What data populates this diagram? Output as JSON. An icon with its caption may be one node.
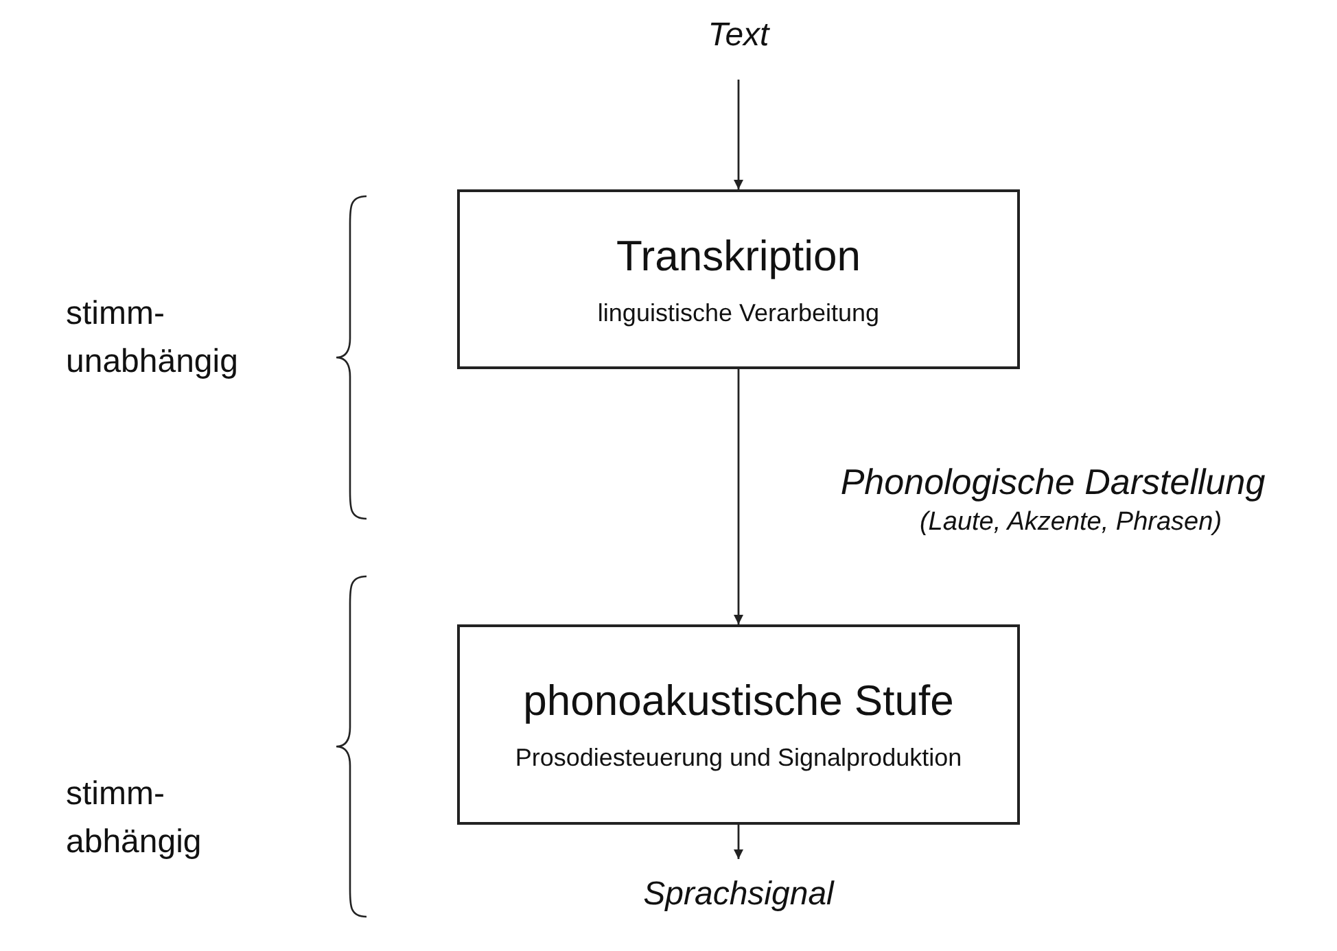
{
  "diagram": {
    "nodes": [
      {
        "text": [
          "Text"
        ]
      },
      {
        "text": [
          "Transkription",
          "linguistische Verarbeitung"
        ]
      },
      {
        "text": [
          "phonoakustische Stufe",
          "Prosodiesteuerung und Signalproduktion"
        ]
      },
      {
        "text": [
          "Sprachsignal"
        ]
      }
    ],
    "edges": [
      {
        "from": 0,
        "to": 1,
        "arrow": "to"
      },
      {
        "from": 1,
        "to": 2,
        "arrow": "to",
        "label": "Phonologische Darstellung"
      },
      {
        "from": 2,
        "to": 3,
        "arrow": "to"
      }
    ],
    "labels": [
      "stimm- unabhängig",
      "(Laute, Akzente, Phrasen)",
      "stimm- abhängig"
    ]
  }
}
